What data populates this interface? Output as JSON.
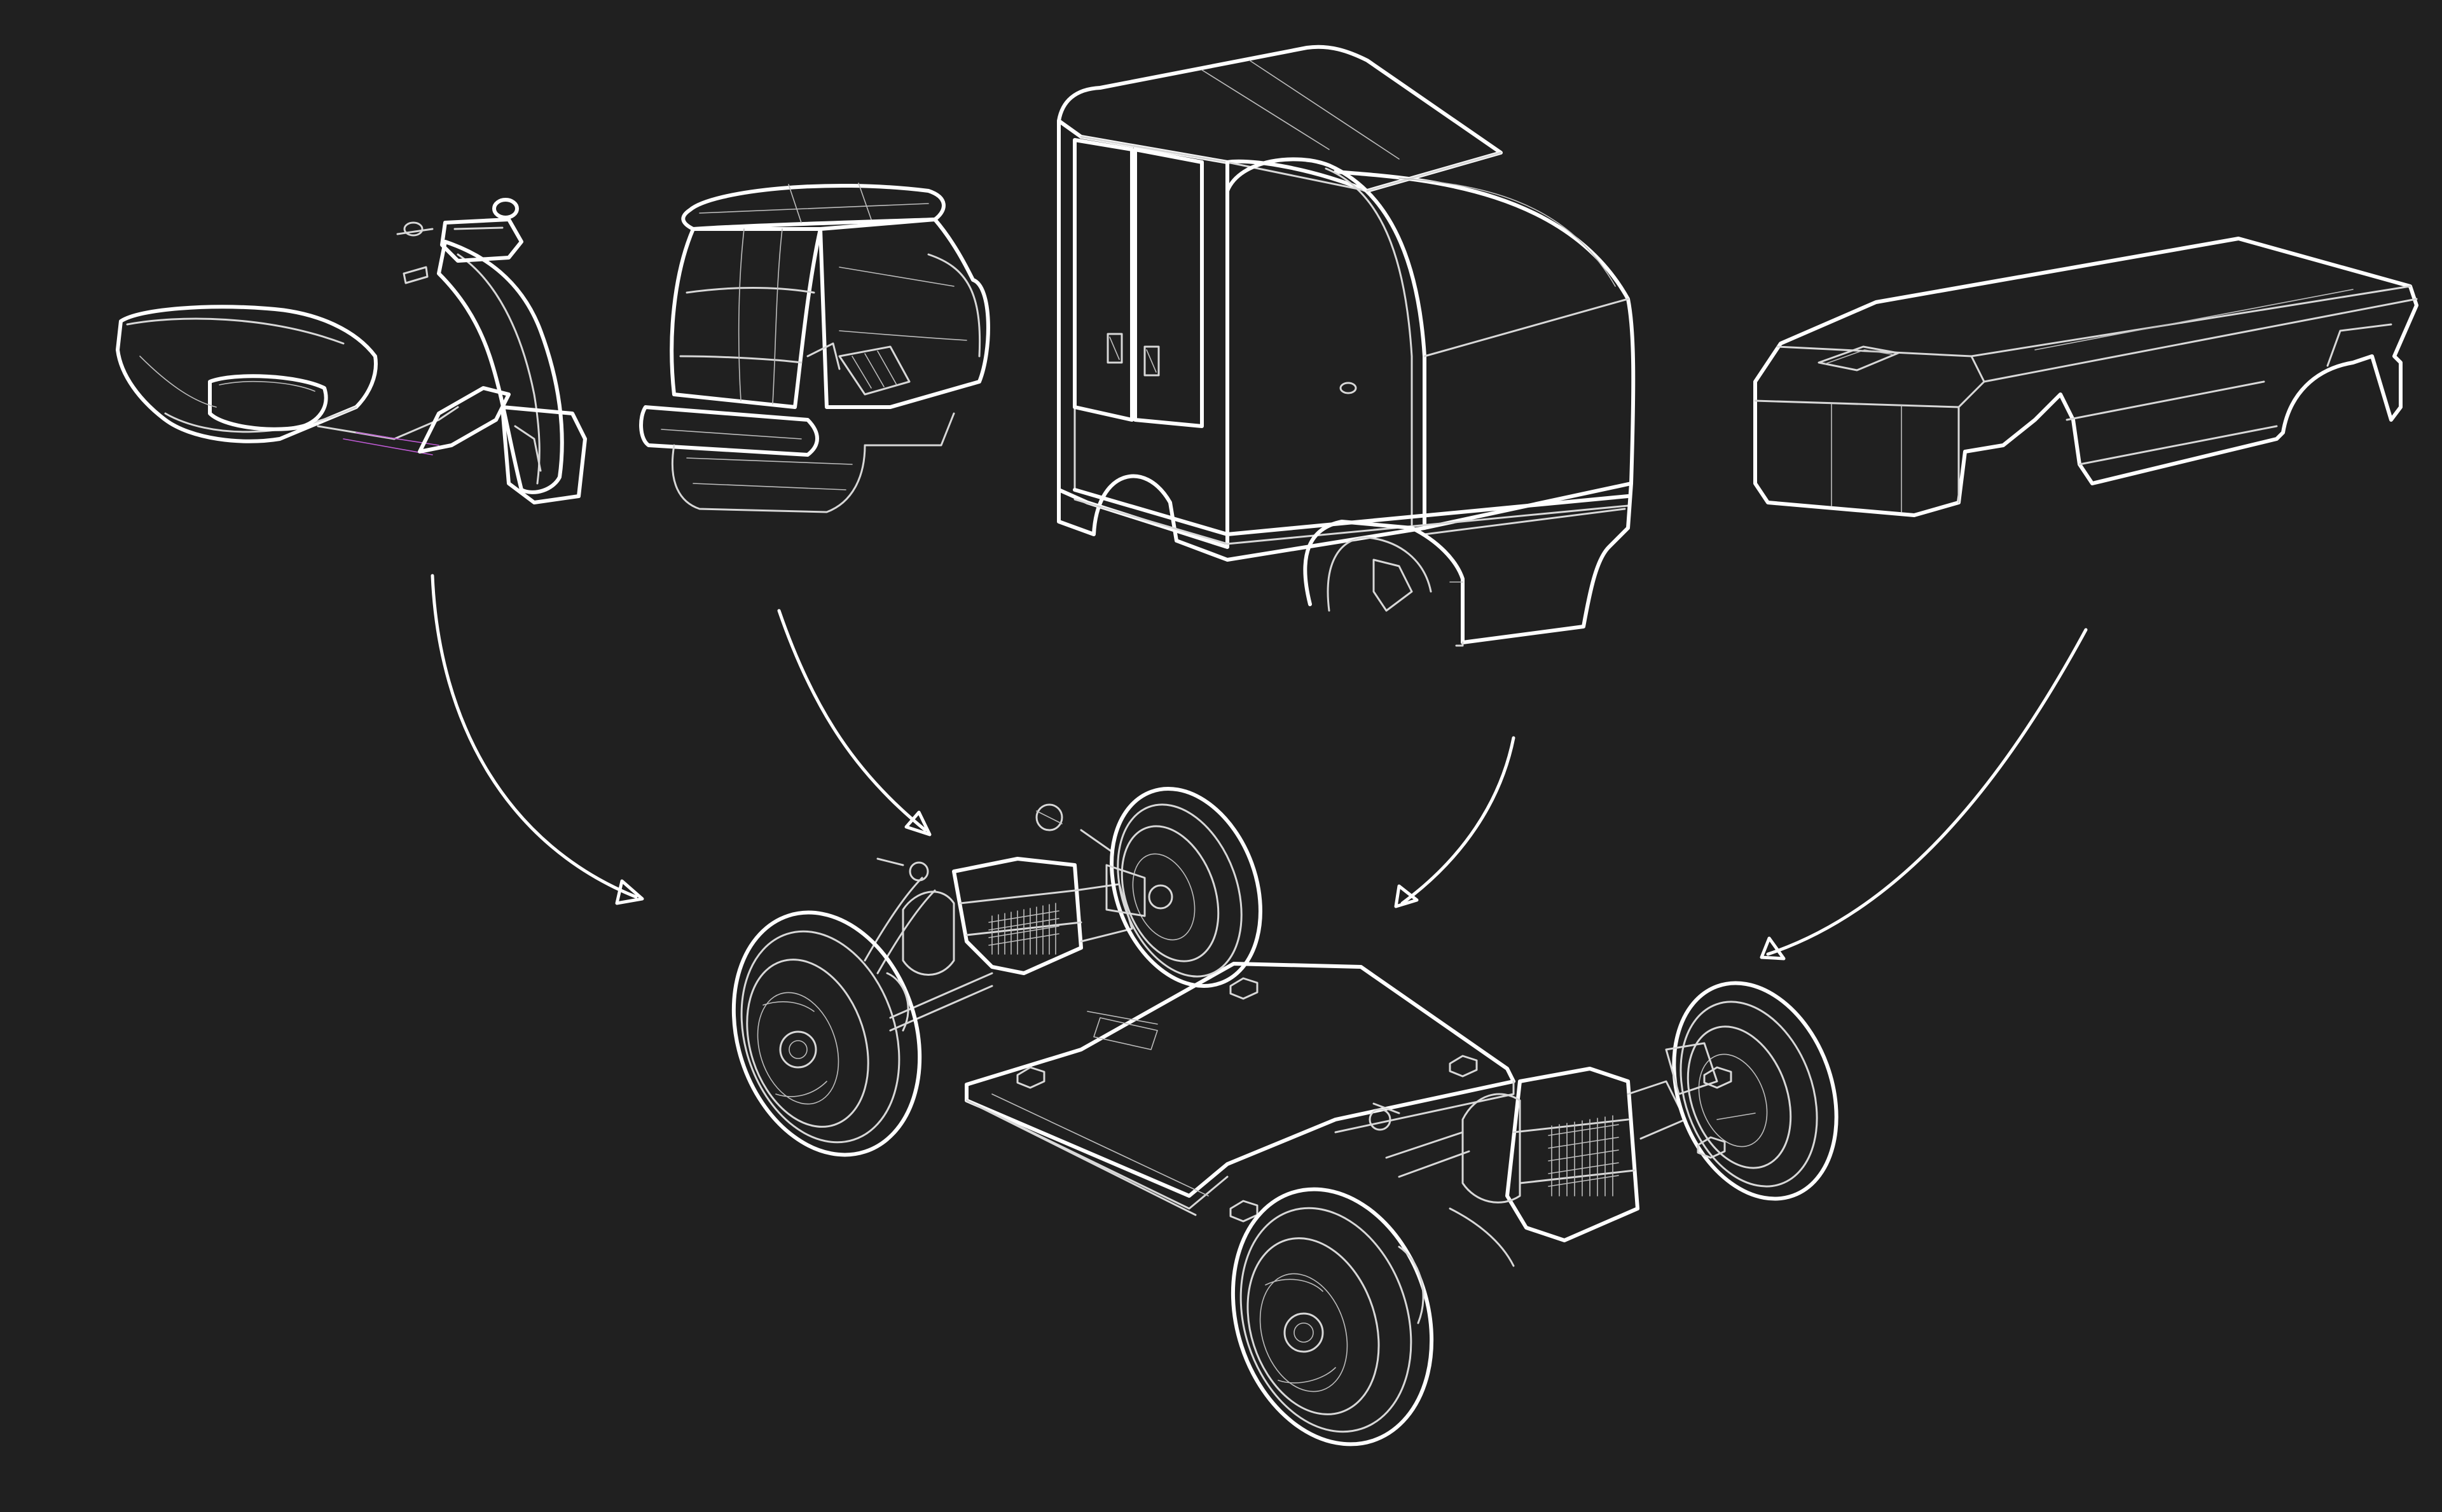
{
  "figure": {
    "background_color": "#202020",
    "line_color": "#f2f2f2",
    "accent_color": "#c05bd6"
  },
  "components": [
    {
      "id": "scooter-body",
      "kind": "body module"
    },
    {
      "id": "pod-cab-body",
      "kind": "body module"
    },
    {
      "id": "van-cargo-body",
      "kind": "body module"
    },
    {
      "id": "flatbed-cover-body",
      "kind": "body module"
    },
    {
      "id": "chassis-platform",
      "kind": "base skateboard chassis"
    }
  ]
}
